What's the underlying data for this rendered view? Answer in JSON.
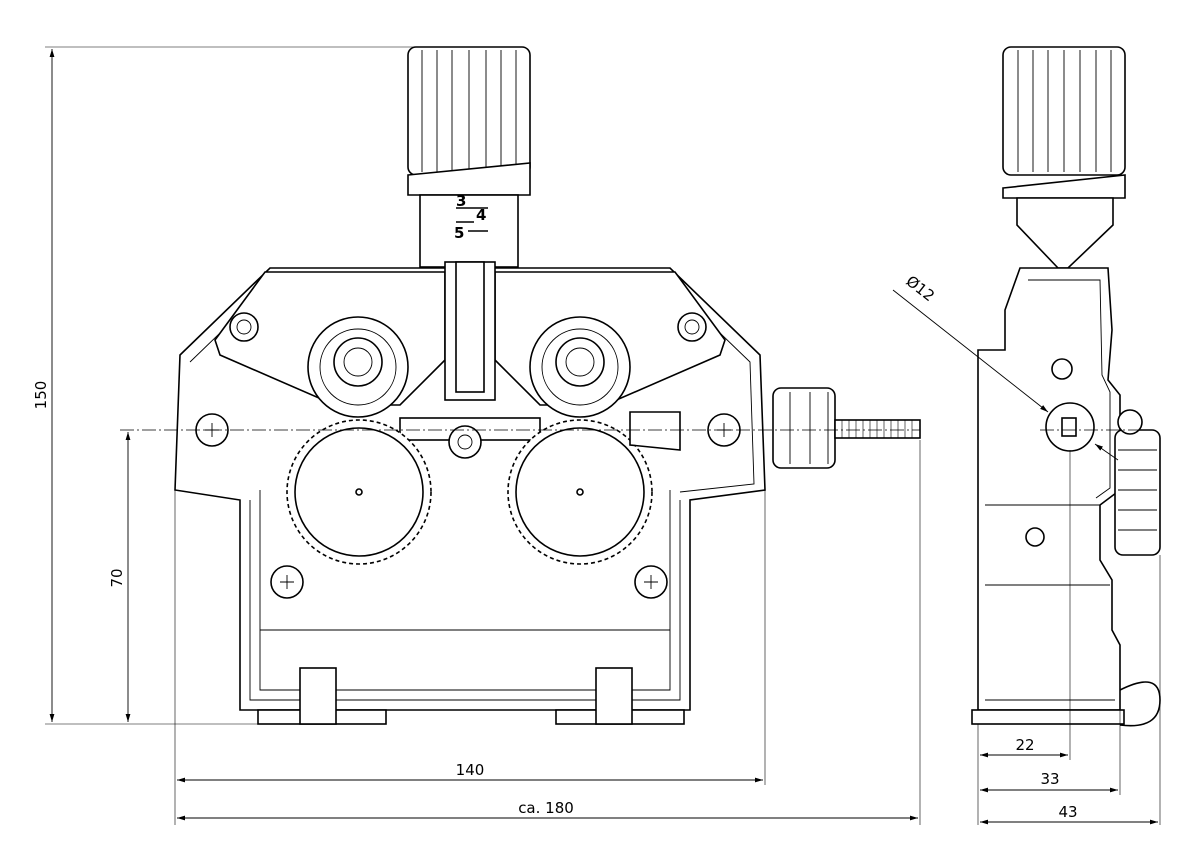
{
  "dimensions": {
    "height_total": "150",
    "height_axis": "70",
    "width_body": "140",
    "width_overall": "ca. 180",
    "diameter": "Ø12",
    "side_axis": "22",
    "side_mid": "33",
    "side_total": "43"
  },
  "scale_marks": [
    "3",
    "4",
    "5"
  ]
}
